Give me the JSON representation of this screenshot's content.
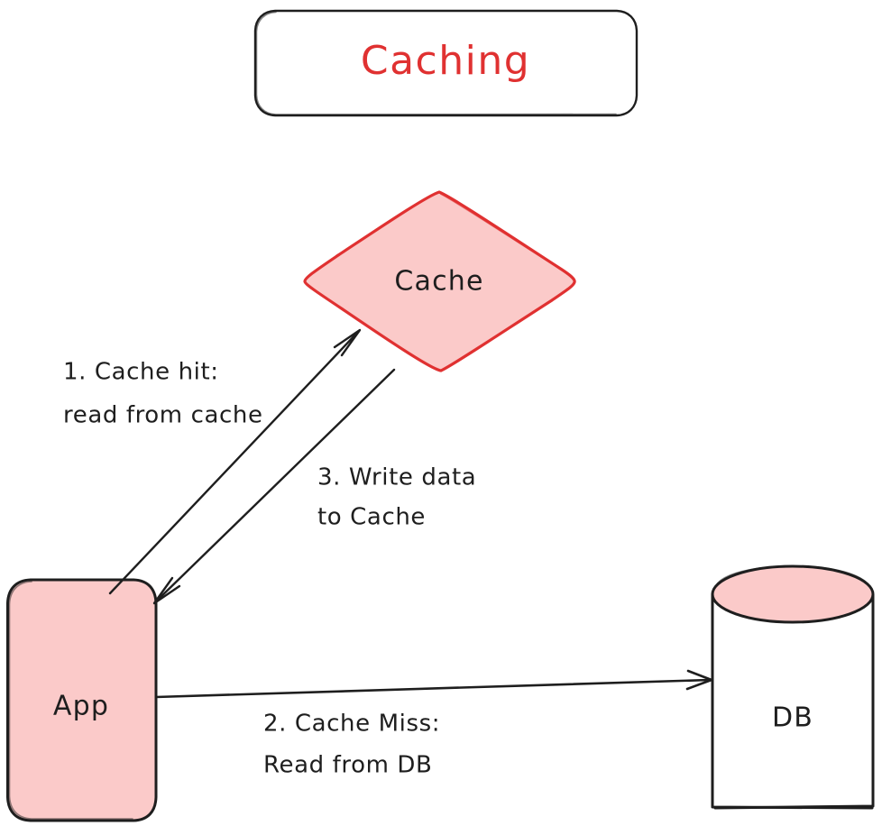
{
  "diagram": {
    "title": "Caching",
    "title_color": "#e03131",
    "background": "#ffffff",
    "stroke_color": "#1e1e1e",
    "node_fill": "#fbcac9",
    "accent_color": "#e03131"
  },
  "nodes": {
    "title_box": {
      "label": "Caching",
      "shape": "rounded-rectangle"
    },
    "cache": {
      "label": "Cache",
      "shape": "diamond",
      "fill": "#fbcac9",
      "stroke": "#e03131"
    },
    "app": {
      "label": "App",
      "shape": "rounded-rectangle",
      "fill": "#fbcac9",
      "stroke": "#1e1e1e"
    },
    "db": {
      "label": "DB",
      "shape": "cylinder",
      "fill": "#fbcac9",
      "stroke": "#1e1e1e"
    }
  },
  "edges": [
    {
      "id": "app-to-cache",
      "from": "app",
      "to": "cache",
      "label_line1": "1. Cache hit:",
      "label_line2": "read from cache"
    },
    {
      "id": "app-to-db",
      "from": "app",
      "to": "db",
      "label_line1": "2. Cache Miss:",
      "label_line2": "Read from DB"
    },
    {
      "id": "cache-to-app",
      "from": "cache",
      "to": "app",
      "label_line1": "3. Write data",
      "label_line2": "to Cache"
    }
  ]
}
